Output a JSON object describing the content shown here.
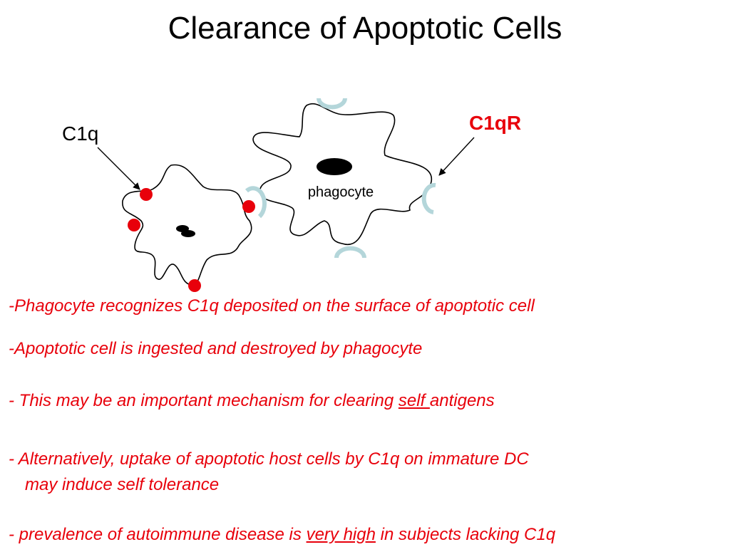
{
  "slide": {
    "title": "Clearance of Apoptotic Cells"
  },
  "diagram": {
    "label_c1q": "C1q",
    "label_c1qr": "C1qR",
    "label_phagocyte": "phagocyte",
    "colors": {
      "c1q_dot": "#e8000b",
      "receptor": "#b4d6da",
      "outline": "#000000",
      "c1qr_label": "#e8000b"
    }
  },
  "bullets": {
    "b1": "-Phagocyte recognizes C1q deposited on the surface of apoptotic cell",
    "b2": "-Apoptotic cell is ingested and destroyed by phagocyte",
    "b3_pre": "- This may be an important mechanism for clearing ",
    "b3_u": "self ",
    "b3_post": "antigens",
    "b4_line1": "- Alternatively, uptake of apoptotic host cells by C1q on immature DC",
    "b4_line2": "may induce self tolerance",
    "b5_pre": "- prevalence of autoimmune disease is ",
    "b5_u": "very high",
    "b5_post": " in subjects lacking C1q"
  }
}
